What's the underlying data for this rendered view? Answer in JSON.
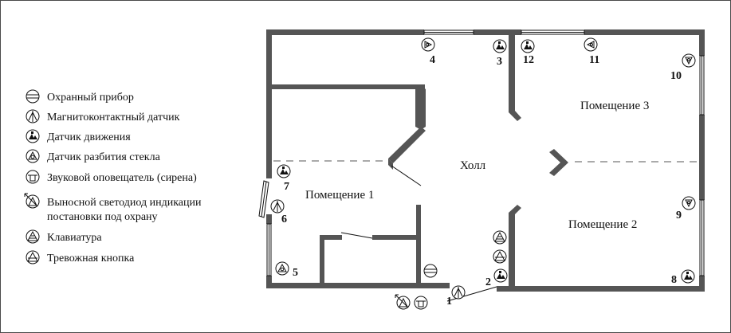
{
  "legend": [
    {
      "icon": "security-device-icon",
      "label": "Охранный прибор"
    },
    {
      "icon": "magnetic-contact-sensor-icon",
      "label": "Магнитоконтактный датчик"
    },
    {
      "icon": "motion-sensor-icon",
      "label": "Датчик движения"
    },
    {
      "icon": "glass-break-sensor-icon",
      "label": "Датчик разбития стекла"
    },
    {
      "icon": "siren-icon",
      "label": "Звуковой оповещатель (сирена)"
    },
    {
      "icon": "remote-led-icon",
      "label": "Выносной светодиод индикации",
      "label2": "постановки под охрану"
    },
    {
      "icon": "keypad-icon",
      "label": "Клавиатура"
    },
    {
      "icon": "panic-button-icon",
      "label": "Тревожная кнопка"
    }
  ],
  "rooms": {
    "room1": "Помещение 1",
    "room2": "Помещение 2",
    "room3": "Помещение 3",
    "hall": "Холл"
  },
  "numbers": [
    "1",
    "2",
    "3",
    "4",
    "5",
    "6",
    "7",
    "8",
    "9",
    "10",
    "11",
    "12"
  ],
  "colors": {
    "wall": "#555555",
    "line": "#111111",
    "dash": "#777777"
  }
}
